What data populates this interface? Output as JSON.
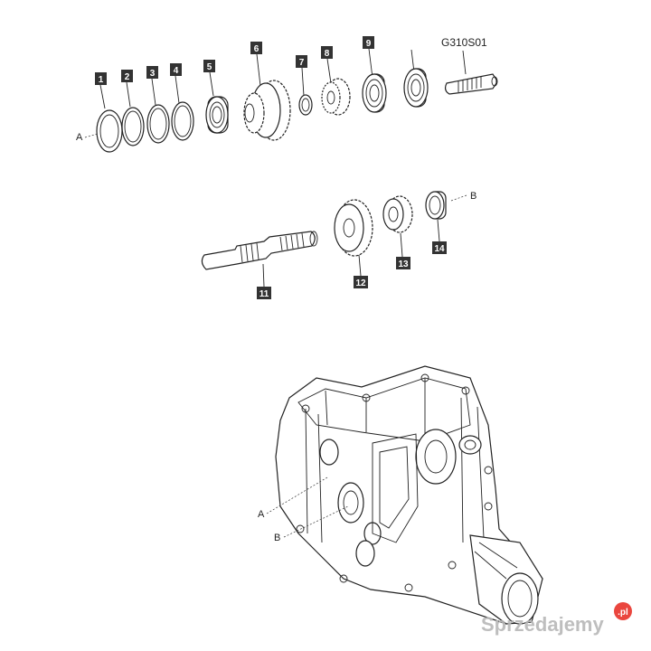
{
  "drawing": {
    "code": "G310S01",
    "callouts": [
      "1",
      "2",
      "3",
      "4",
      "5",
      "6",
      "7",
      "8",
      "9",
      "11",
      "12",
      "13",
      "14"
    ],
    "reference_letters": {
      "a": "A",
      "b": "B"
    }
  },
  "colors": {
    "callout_bg": "#333333",
    "line": "#222222",
    "watermark": "#b8b8b8",
    "watermark_badge": "#e8332a"
  },
  "watermark": {
    "brand": "Sprzedajemy",
    "tld": ".pl"
  }
}
